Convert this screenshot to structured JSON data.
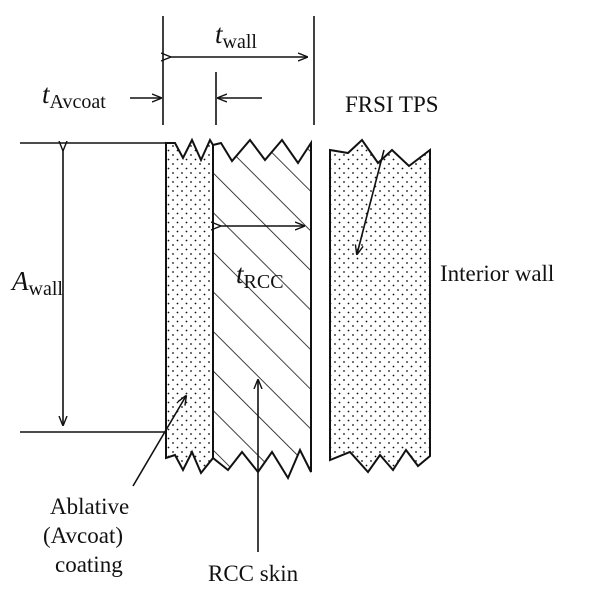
{
  "diagram": {
    "labels": {
      "t_wall": {
        "main": "t",
        "sub": "wall"
      },
      "t_avcoat": {
        "main": "t",
        "sub": "Avcoat"
      },
      "a_wall": {
        "main": "A",
        "sub": "wall"
      },
      "t_rcc": {
        "main": "t",
        "sub": "RCC"
      },
      "frsi_tps": "FRSI TPS",
      "interior_wall": "Interior wall",
      "ablative_line1": "Ablative",
      "ablative_line2": "(Avcoat)",
      "ablative_line3": "coating",
      "rcc_skin": "RCC skin"
    },
    "colors": {
      "ink": "#111111",
      "background": "#ffffff"
    }
  }
}
